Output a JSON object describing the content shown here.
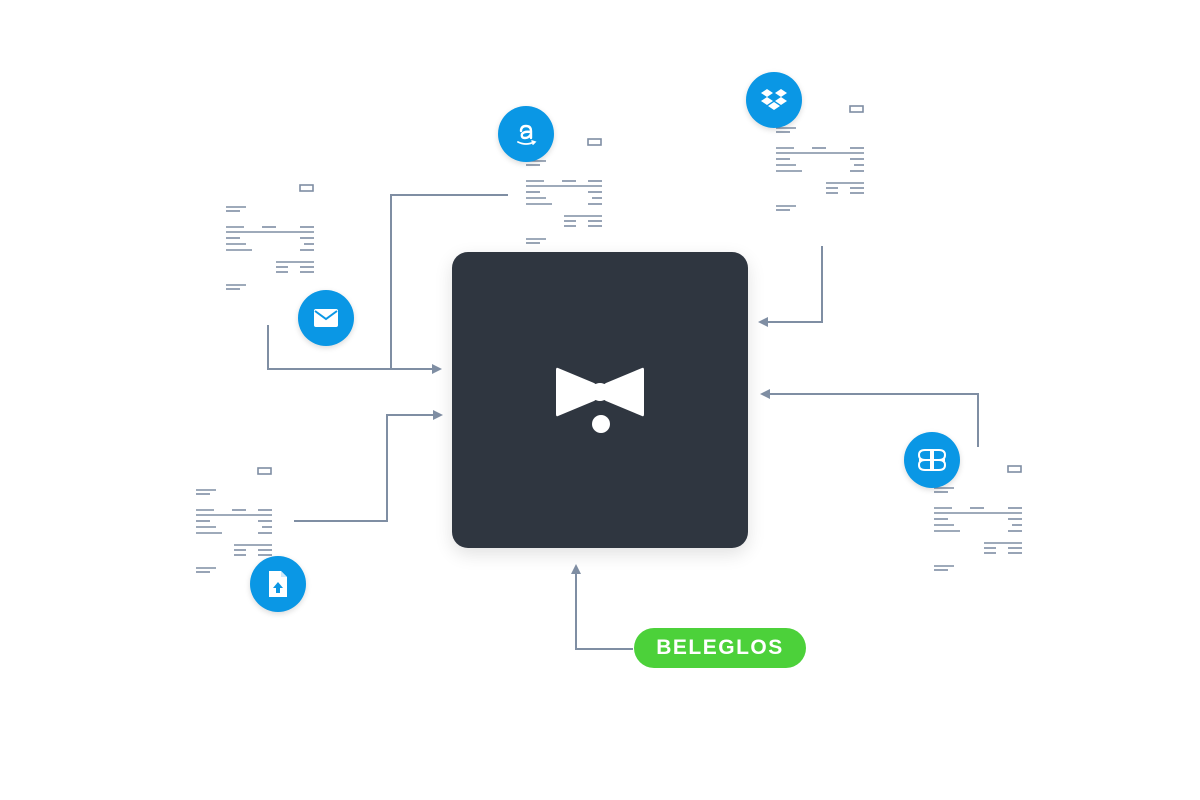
{
  "diagram": {
    "hub_icon": "bowtie-icon",
    "badge": {
      "label": "BELEGLOS",
      "color": "#4cd13a"
    },
    "sources": [
      {
        "id": "email",
        "icon": "envelope-icon"
      },
      {
        "id": "amazon",
        "icon": "amazon-logo-icon"
      },
      {
        "id": "dropbox",
        "icon": "dropbox-logo-icon"
      },
      {
        "id": "connector",
        "icon": "connector-logo-icon"
      },
      {
        "id": "upload",
        "icon": "file-upload-icon"
      }
    ],
    "colors": {
      "accent": "#0a97e5",
      "hub": "#2f3640",
      "connector": "#7f8ea3",
      "badge": "#4cd13a"
    }
  }
}
